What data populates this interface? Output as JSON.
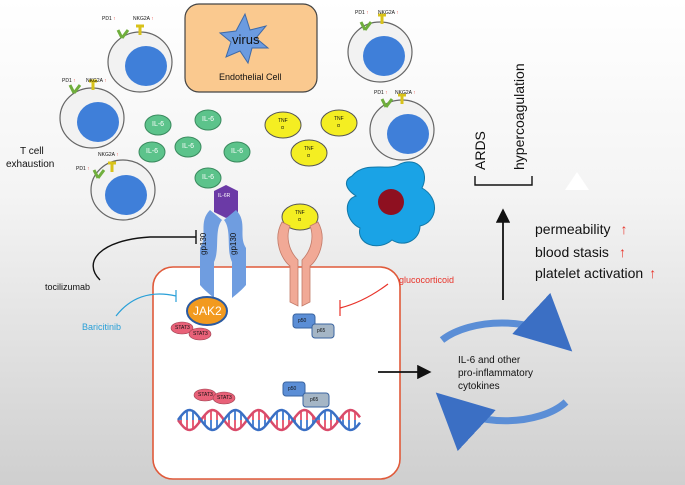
{
  "endothelial": {
    "virus": "virus",
    "label": "Endothelial Cell"
  },
  "tcells": {
    "pd1": "PD1",
    "nkg2a": "NKG2A",
    "arrow": "↑"
  },
  "exhaustion": {
    "line1": "T cell",
    "line2": "exhaustion"
  },
  "cytokines": {
    "il6": "IL-6",
    "tnf": "TNF",
    "alpha": "α"
  },
  "receptor": {
    "il6r": "IL-6R",
    "gp130": "gp130"
  },
  "drugs": {
    "tocilizumab": "tocilizumab",
    "baricitinib": "Baricitinib",
    "glucocorticoid": "glucocorticoid"
  },
  "signaling": {
    "jak2": "JAK2",
    "stat3": "STAT3",
    "p50": "p50",
    "p65": "p65"
  },
  "cycle": {
    "line1": "IL-6 and other",
    "line2": "pro-inflammatory",
    "line3": "cytokines"
  },
  "outcomes": {
    "ards": "ARDS",
    "hypercoagulation": "hypercoagulation"
  },
  "effects": [
    {
      "label": "permeability",
      "arrow": "↑"
    },
    {
      "label": "blood stasis",
      "arrow": "↑"
    },
    {
      "label": "platelet activation",
      "arrow": "↑"
    }
  ],
  "colors": {
    "il6": "#5cc38b",
    "tnf": "#f4ee22",
    "cell_border": "#e05a3a",
    "receptor": "#6f9de0",
    "jak2": "#f29a1f",
    "stat3": "#e86178",
    "p50": "#5b8ed6",
    "p65": "#a5b6c6",
    "macrophage": "#1aa3e6",
    "drug_red": "#e8332a",
    "drug_blue": "#2aa0d8"
  }
}
